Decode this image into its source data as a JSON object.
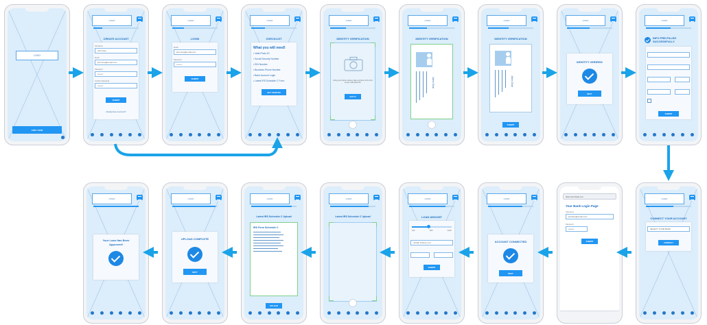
{
  "screens": {
    "s1": {
      "field": "LOGO",
      "button": "APPLY NOW"
    },
    "s2": {
      "logo": "LOGO",
      "title": "CREATE ACCOUNT",
      "labels": [
        "Full Name",
        "Email",
        "Password",
        "Confirm Password"
      ],
      "values": [
        "John Doe",
        "john.doe@email.com",
        "••••••••",
        "••••••••"
      ],
      "button": "SUBMIT",
      "footer": "Already have an account?"
    },
    "s3": {
      "logo": "LOGO",
      "title": "LOGIN",
      "labels": [
        "Email",
        "Password"
      ],
      "values": [
        "john.doe@email.com",
        "••••••••"
      ],
      "button": "SUBMIT"
    },
    "s4": {
      "logo": "LOGO",
      "title": "CHECKLIST",
      "heading": "What you will need!",
      "items": [
        "• Valid Photo ID",
        "• Social Security Number",
        "• EIN Number",
        "• Business Phone Number",
        "• Bank Account Login",
        "• Latest IRS Schedule C Form"
      ],
      "button": "GET STARTED"
    },
    "s5": {
      "logo": "LOGO",
      "title": "IDENTITY VERIFICATION",
      "text": "Using your phone camera, take a picture of the front of your valid photo ID.",
      "button": "GOT IT"
    },
    "s6": {
      "logo": "LOGO",
      "title": "IDENTITY VERIFICATION",
      "name": "John Doe"
    },
    "s7": {
      "logo": "LOGO",
      "title": "IDENTITY VERIFICATION",
      "name": "John Doe",
      "button": "SUBMIT"
    },
    "s8": {
      "logo": "LOGO",
      "title": "IDENTITY VERIFIED",
      "button": "NEXT"
    },
    "s9": {
      "logo": "LOGO",
      "title": "INFO PRE-FILLED SUCCESSFULLY",
      "button": "SUBMIT"
    },
    "s10": {
      "logo": "LOGO",
      "title": "CONNECT YOUR ACCOUNT",
      "select": "SELECT YOUR BANK",
      "button": "CONNECT"
    },
    "s11": {
      "url": "https://yourbank.com",
      "title": "Your Bank Login Page",
      "labels": [
        "Username",
        "Password"
      ],
      "values": [
        "johndoe@email.com",
        "••••••••"
      ],
      "button": "SUBMIT"
    },
    "s12": {
      "logo": "LOGO",
      "title": "ACCOUNT CONNECTED",
      "button": "NEXT"
    },
    "s13": {
      "logo": "LOGO",
      "title": "LOAN AMOUNT",
      "range": [
        "$1K",
        "$5K",
        "$10K"
      ],
      "business": "Jordan Pottery LLC",
      "button": "SUBMIT"
    },
    "s14": {
      "logo": "LOGO",
      "title": "Latest IRS Schedule C Upload"
    },
    "s15": {
      "logo": "LOGO",
      "title": "Latest IRS Schedule C Upload",
      "doc": "IRS Form Schedule C",
      "button": "UPLOAD"
    },
    "s16": {
      "logo": "LOGO",
      "title": "UPLOAD COMPLETE",
      "button": "NEXT"
    },
    "s17": {
      "logo": "LOGO",
      "title": "Your Loan Has Been Approved!"
    }
  },
  "colors": {
    "accent": "#2196f3",
    "arrow": "#1aa3e8",
    "screen": "#dcedfb"
  }
}
